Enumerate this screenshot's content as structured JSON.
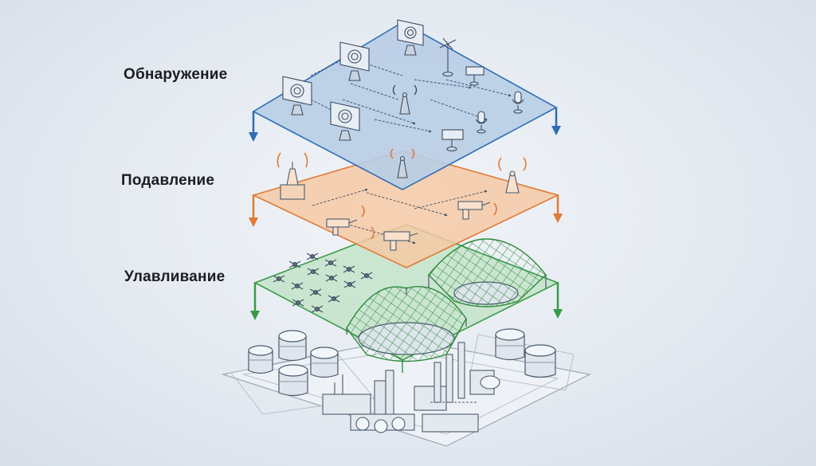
{
  "layers": [
    {
      "id": "detection",
      "label": "Обнаружение",
      "color": "#2f6db3",
      "fill": "#b8cde6"
    },
    {
      "id": "suppression",
      "label": "Подавление",
      "color": "#e07a35",
      "fill": "#f6c9a6"
    },
    {
      "id": "capture",
      "label": "Улавливание",
      "color": "#3a9a48",
      "fill": "#bfe2c3"
    }
  ],
  "icons": {
    "detection": [
      "radar-icon",
      "camera-icon",
      "microphone-icon",
      "antenna-icon",
      "windvane-icon"
    ],
    "suppression": [
      "jammer-station-icon",
      "jammer-gun-icon",
      "rf-emitter-icon"
    ],
    "capture": [
      "interceptor-drone-icon",
      "net-dome-icon"
    ],
    "base": [
      "storage-tank-icon",
      "industrial-plant-icon"
    ]
  }
}
